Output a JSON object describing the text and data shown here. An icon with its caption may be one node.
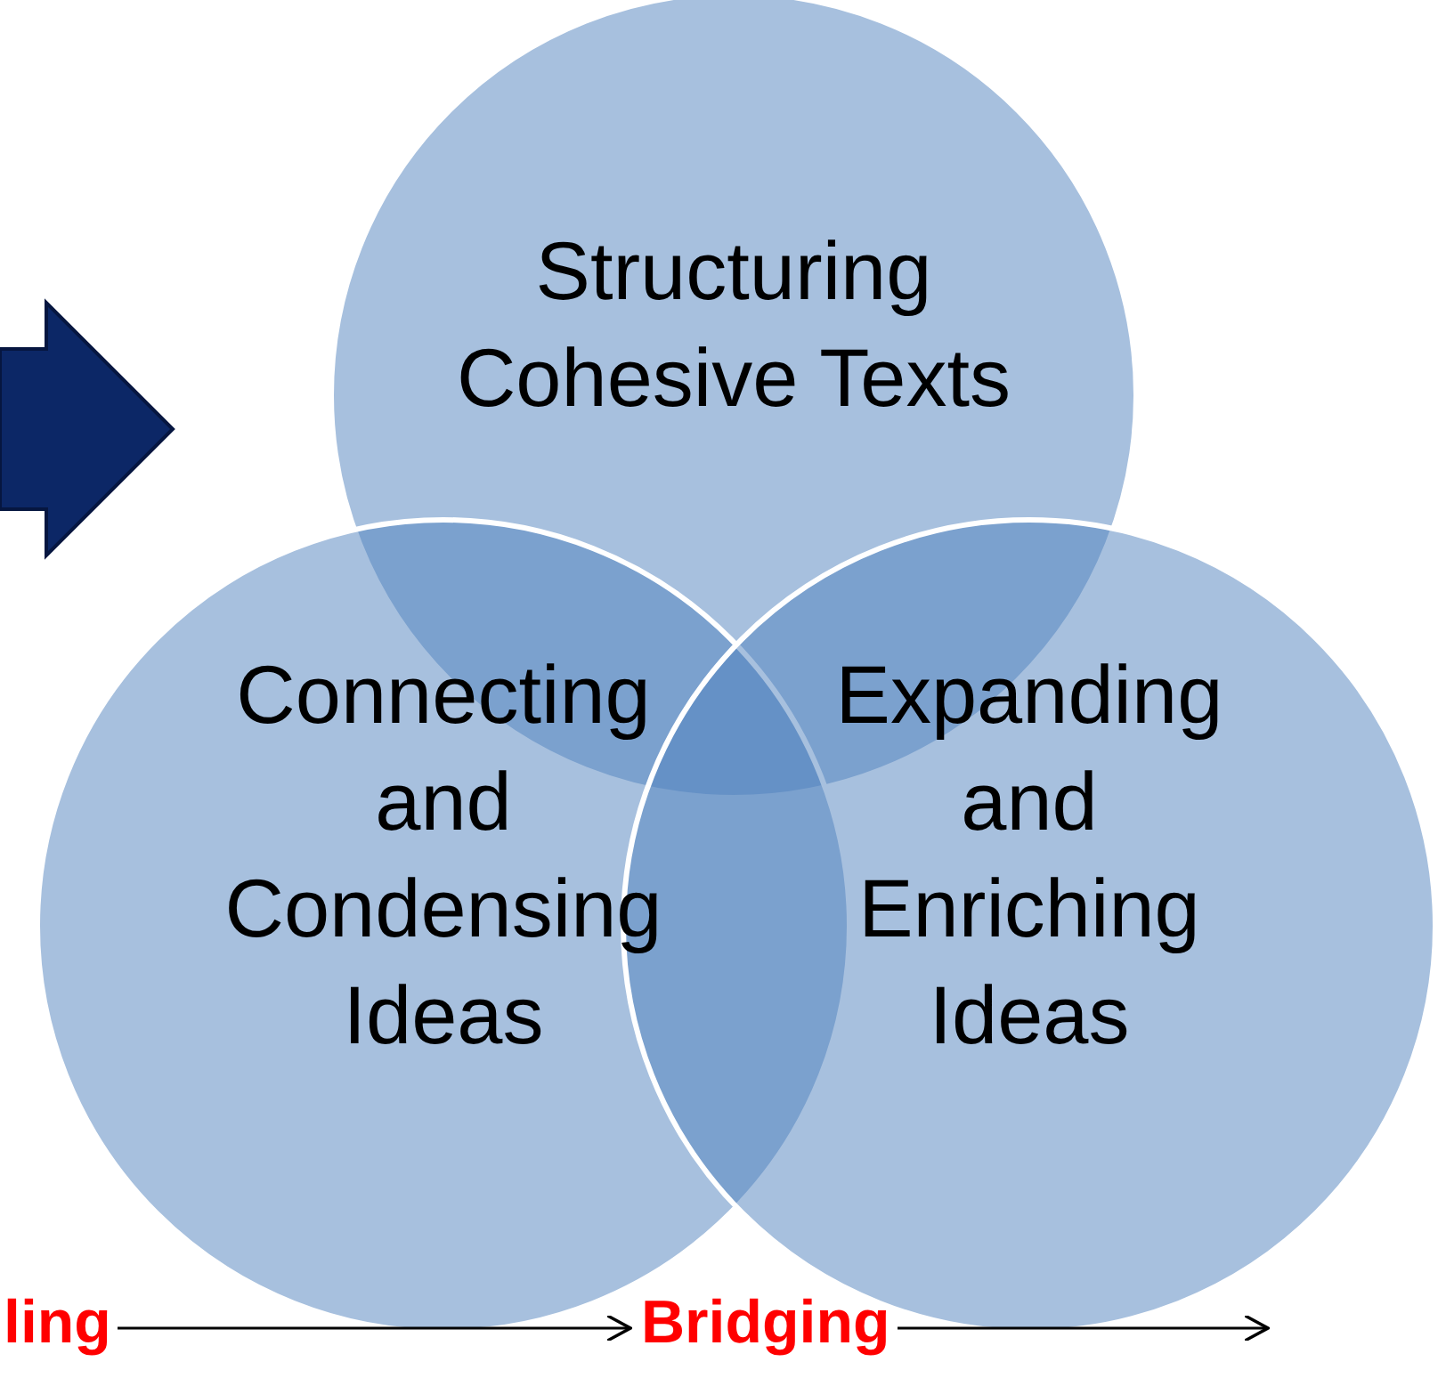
{
  "diagram": {
    "nodes": [
      {
        "text": [
          "Structuring Cohesive Texts"
        ]
      },
      {
        "text": [
          "Connecting and Condensing Ideas"
        ]
      },
      {
        "text": [
          "Expanding and Enriching Ideas"
        ]
      },
      {
        "text": [
          "ling"
        ]
      },
      {
        "text": [
          "Bridging"
        ]
      }
    ],
    "edges": [
      {
        "from": 3,
        "to": 4,
        "arrow": "to"
      },
      {
        "from": 4,
        "to": null,
        "arrow": "to"
      }
    ]
  }
}
